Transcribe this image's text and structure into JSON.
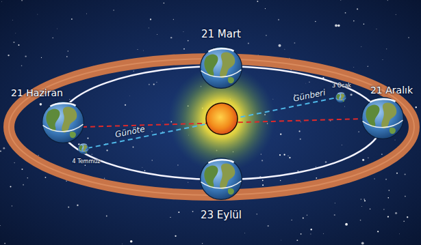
{
  "diagram": {
    "labels": [
      "21 Mart",
      "21 Haziran",
      "3 Ocak",
      "21 Aralık",
      "Günberi",
      "Günöte",
      "4 Temmuz",
      "23 Eylül"
    ]
  }
}
